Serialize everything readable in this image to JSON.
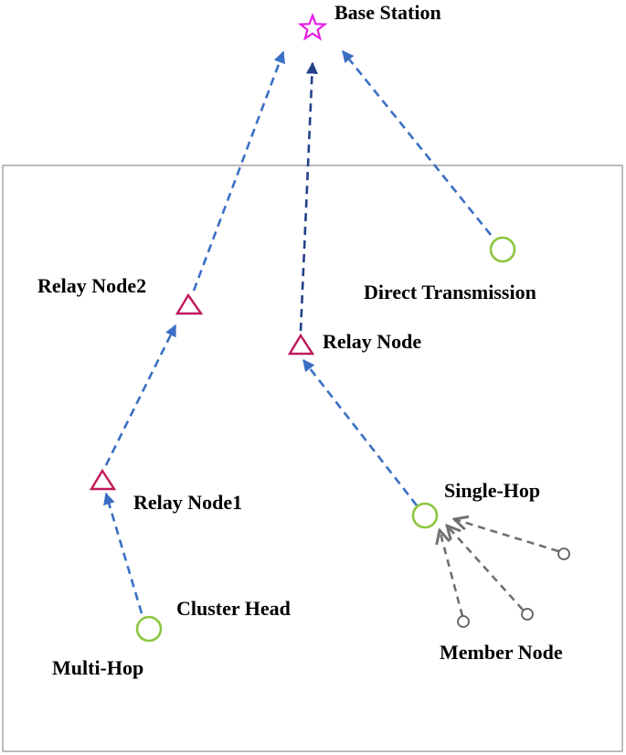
{
  "labels": {
    "base_station": "Base Station",
    "relay_node2": "Relay Node2",
    "direct_transmission": "Direct Transmission",
    "relay_node": "Relay Node",
    "relay_node1": "Relay Node1",
    "single_hop": "Single-Hop",
    "cluster_head": "Cluster Head",
    "multi_hop": "Multi-Hop",
    "member_node": "Member Node"
  },
  "colors": {
    "base_station": "#e61ee6",
    "relay": "#c0185a",
    "cluster_head": "#8cc63f",
    "member": "#606060",
    "link": "#3a6fc4",
    "link_dark": "#24418a",
    "member_link": "#707070",
    "field_border": "#a6a6a6"
  },
  "icons": {
    "base_station": "star-icon",
    "relay": "triangle-icon",
    "cluster_head": "circle-icon",
    "member": "small-circle-icon"
  }
}
